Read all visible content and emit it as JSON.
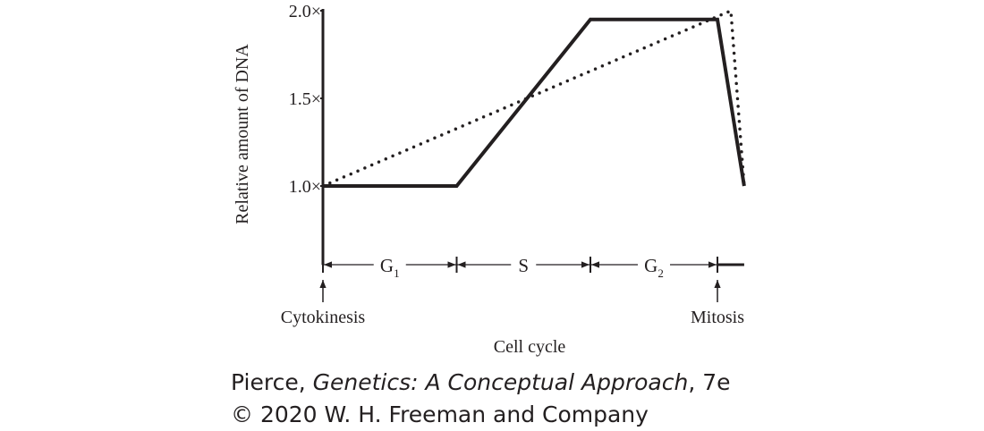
{
  "chart_data": {
    "type": "line",
    "title": "",
    "xlabel": "Cell cycle",
    "ylabel": "Relative amount of DNA",
    "ylim": [
      0.55,
      2.0
    ],
    "xlim": [
      0,
      3.2
    ],
    "yticks": [
      {
        "value": 1.0,
        "label": "1.0×"
      },
      {
        "value": 1.5,
        "label": "1.5×"
      },
      {
        "value": 2.0,
        "label": "2.0×"
      }
    ],
    "phases": [
      {
        "label": "G",
        "sub": "1",
        "start": 0,
        "end": 1
      },
      {
        "label": "S",
        "sub": "",
        "start": 1,
        "end": 2
      },
      {
        "label": "G",
        "sub": "2",
        "start": 2,
        "end": 2.95
      }
    ],
    "markers": [
      {
        "label": "Cytokinesis",
        "x": 0
      },
      {
        "label": "Mitosis",
        "x": 2.95
      }
    ],
    "series": [
      {
        "style": "solid",
        "x": [
          0,
          1,
          2,
          2.8,
          2.95,
          3.15
        ],
        "y": [
          1.0,
          1.0,
          1.95,
          1.95,
          1.95,
          1.0
        ]
      },
      {
        "style": "dotted",
        "x": [
          0,
          3.05,
          3.15
        ],
        "y": [
          1.0,
          2.0,
          1.0
        ]
      }
    ]
  },
  "credit": {
    "line1_prefix": "Pierce, ",
    "line1_title": "Genetics: A Conceptual Approach",
    "line1_suffix": ", 7e",
    "line2": "© 2020 W. H. Freeman and Company"
  }
}
